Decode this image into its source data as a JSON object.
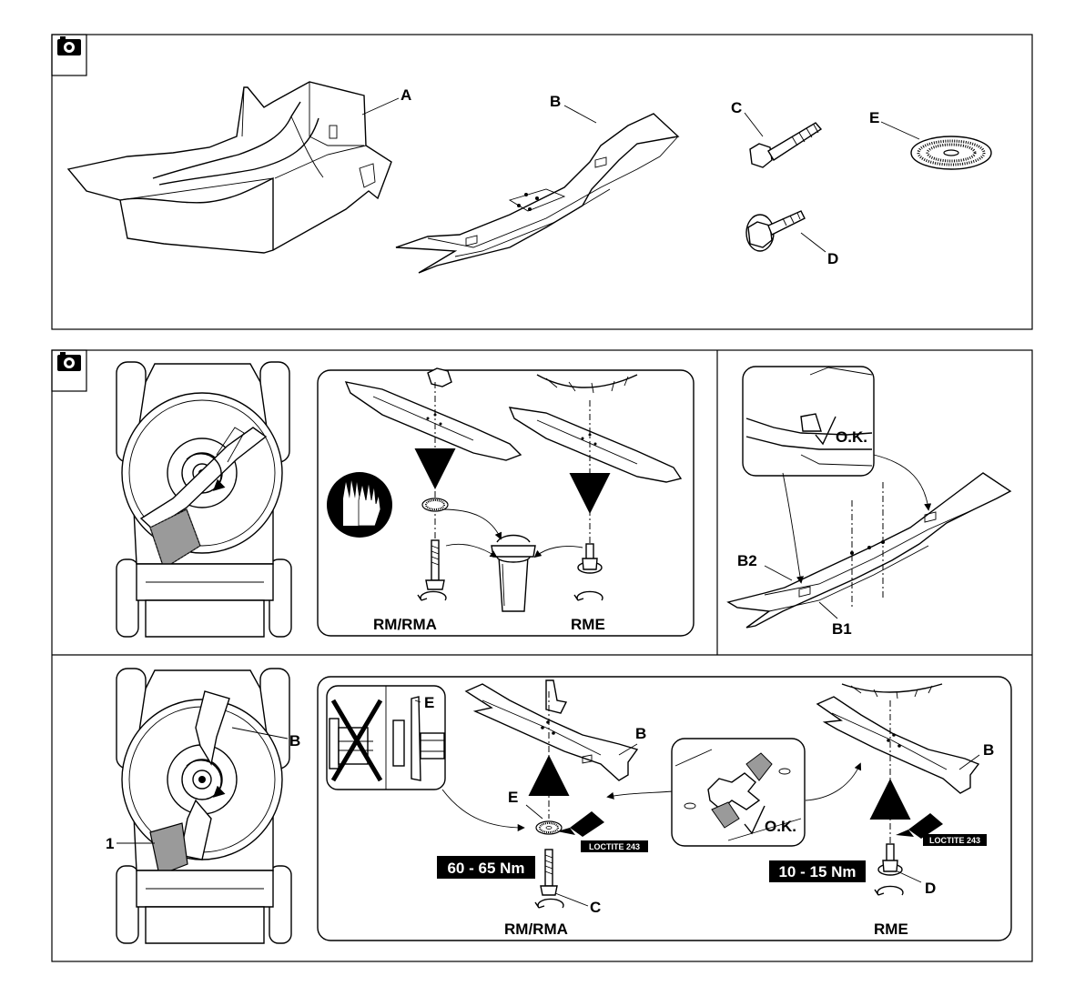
{
  "icons": {
    "camera": "camera-icon",
    "gloves": "gloves-icon",
    "check": "check-mark-icon",
    "cross": "cross-mark-icon",
    "rotate": "rotate-arrow-icon",
    "waste_bin": "waste-bin-icon"
  },
  "panel1": {
    "part_a": "A",
    "part_b": "B",
    "part_c": "C",
    "part_d": "D",
    "part_e": "E"
  },
  "panel2": {
    "rm_rma": "RM/RMA",
    "rme": "RME",
    "ok": "O.K.",
    "b1": "B1",
    "b2": "B2"
  },
  "panel3": {
    "callout_b_mower": "B",
    "callout_1": "1",
    "e_inset": "E",
    "b_left": "B",
    "e_washer": "E",
    "loctite_left": "LOCTITE 243",
    "torque_left": "60 - 65 Nm",
    "c_bolt": "C",
    "rm_rma": "RM/RMA",
    "ok": "O.K.",
    "b_right": "B",
    "loctite_right": "LOCTITE 243",
    "torque_right": "10 - 15 Nm",
    "d_bolt": "D",
    "rme": "RME"
  }
}
